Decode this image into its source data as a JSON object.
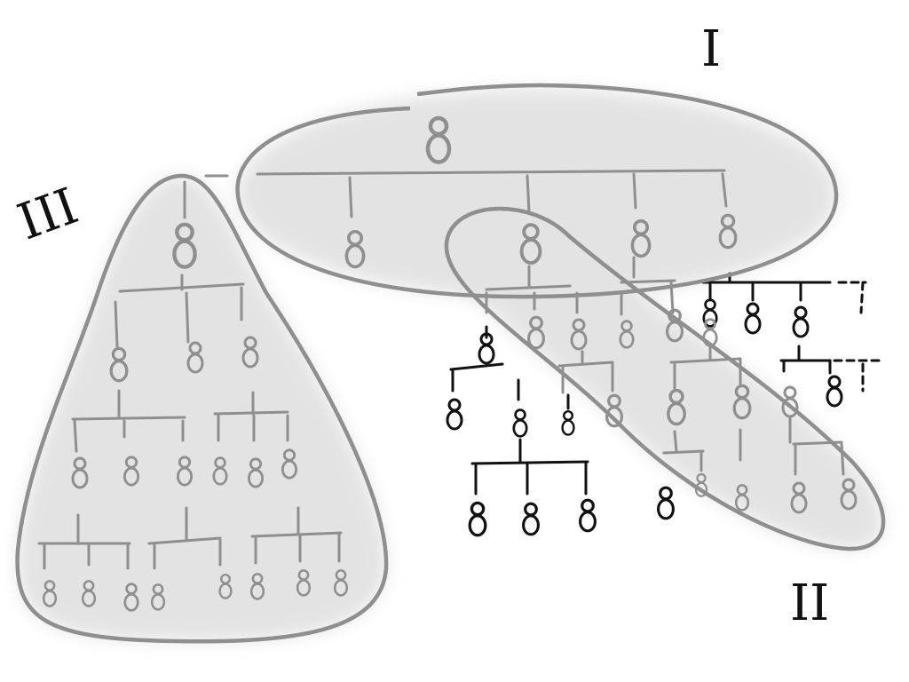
{
  "labels": {
    "group_one": "I",
    "group_two": "II",
    "group_three": "III"
  },
  "colors": {
    "ink": "#111111",
    "grey_stroke": "#8f8f8f",
    "shade_fill": "#e3e3e3",
    "background": "#ffffff"
  },
  "figure_style": "hand-drawn sketch of person tree with three shaded groupings"
}
